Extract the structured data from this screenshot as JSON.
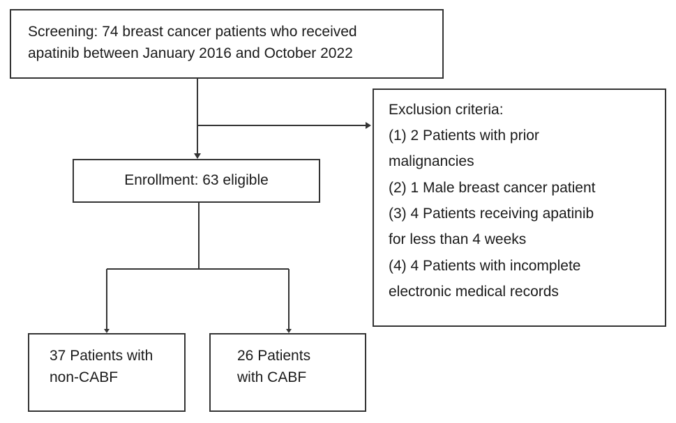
{
  "screening": {
    "line1": "Screening: 74 breast cancer patients who received",
    "line2": "apatinib between January 2016 and October 2022"
  },
  "enrollment": {
    "label": "Enrollment: 63 eligible"
  },
  "exclusion": {
    "title": "Exclusion criteria:",
    "lines": [
      "(1) 2 Patients with prior",
      "malignancies",
      "(2) 1 Male breast cancer patient",
      "(3) 4 Patients receiving apatinib",
      "for less than 4 weeks",
      "(4) 4 Patients with incomplete",
      "electronic medical records"
    ]
  },
  "groups": {
    "non_cabf": {
      "line1": "37 Patients with",
      "line2": "non-CABF"
    },
    "cabf": {
      "line1": "26 Patients",
      "line2": "with CABF"
    }
  },
  "colors": {
    "border": "#333333",
    "text": "#1a1a1a",
    "background": "#ffffff"
  }
}
